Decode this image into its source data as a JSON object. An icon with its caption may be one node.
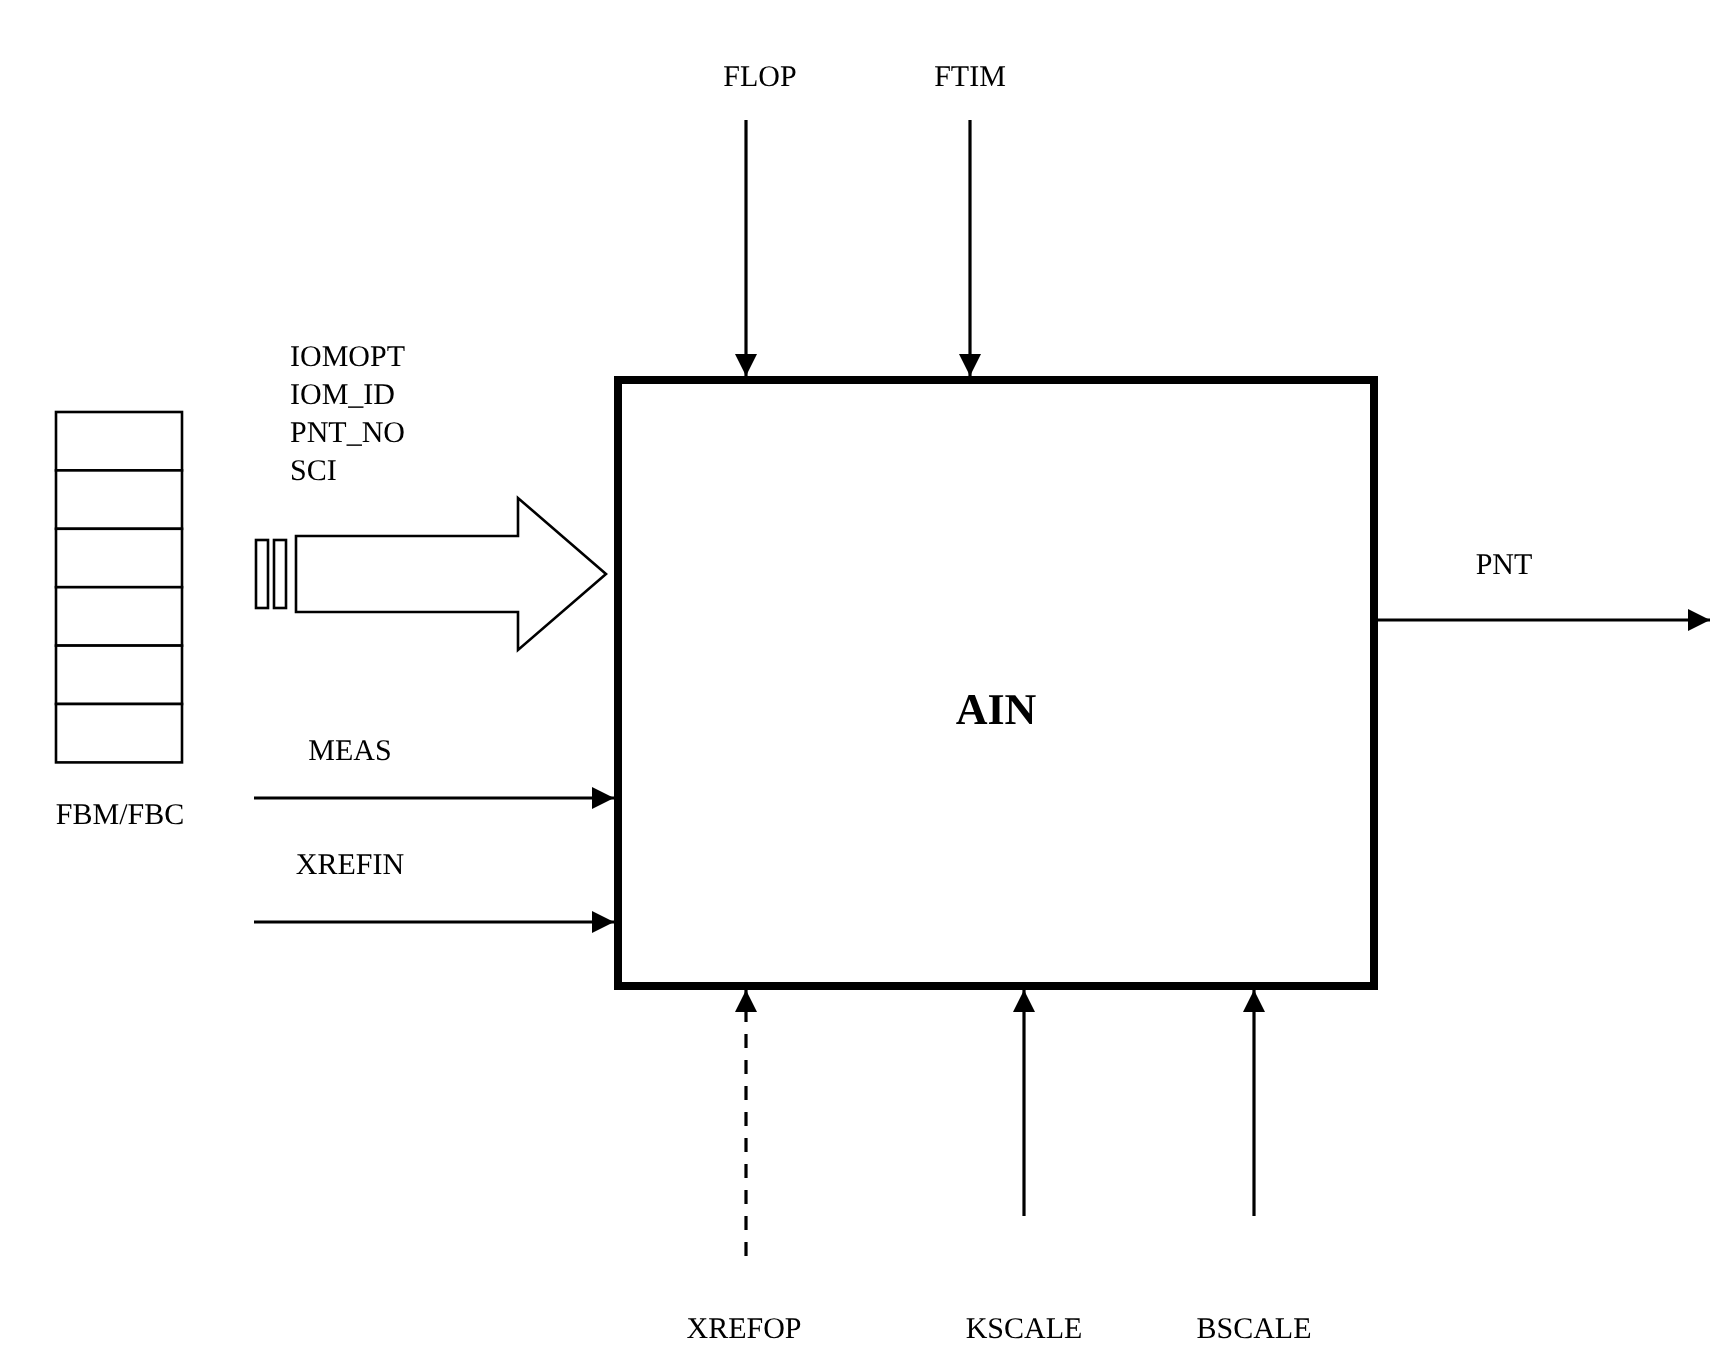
{
  "diagram": {
    "nodes": [
      {
        "text": [
          "AIN"
        ]
      },
      {
        "text": [
          "FBM/FBC"
        ]
      }
    ],
    "edges": [
      {
        "from": 1,
        "to": 0,
        "arrow": "to",
        "style": "thick",
        "label": "IOMOPT IOM_ID PNT_NO SCI"
      },
      {
        "from": null,
        "to": 0,
        "arrow": "to",
        "label": "FLOP"
      },
      {
        "from": null,
        "to": 0,
        "arrow": "to",
        "label": "FTIM"
      },
      {
        "from": null,
        "to": 0,
        "arrow": "to",
        "label": "MEAS"
      },
      {
        "from": null,
        "to": 0,
        "arrow": "to",
        "label": "XREFIN"
      },
      {
        "from": null,
        "to": 0,
        "arrow": "to",
        "style": "dashed",
        "label": "XREFOP"
      },
      {
        "from": null,
        "to": 0,
        "arrow": "to",
        "label": "KSCALE"
      },
      {
        "from": null,
        "to": 0,
        "arrow": "to",
        "label": "BSCALE"
      },
      {
        "from": 0,
        "to": null,
        "arrow": "to",
        "label": "PNT"
      }
    ]
  }
}
